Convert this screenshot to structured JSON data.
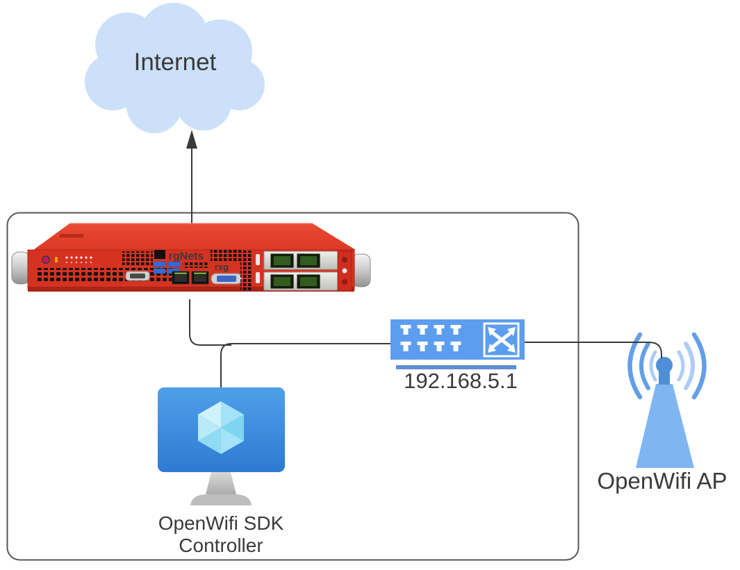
{
  "nodes": {
    "internet": {
      "label": "Internet"
    },
    "server": {
      "logo": "rgNets",
      "model": "rxg"
    },
    "switch": {
      "ip": "192.168.5.1"
    },
    "controller": {
      "label_line1": "OpenWifi SDK",
      "label_line2": "Controller"
    },
    "ap": {
      "label": "OpenWifi AP"
    }
  },
  "connections": [
    {
      "from": "server",
      "to": "internet",
      "arrow": true
    },
    {
      "from": "server",
      "to": "switch",
      "arrow": false
    },
    {
      "from": "controller",
      "to": "switch",
      "arrow": false
    },
    {
      "from": "switch",
      "to": "ap",
      "arrow": false
    }
  ],
  "colors": {
    "cloud": "#CCE0F9",
    "switch-blue": "#5C9DEF",
    "switch-underline": "#5E8FD3",
    "screen-top": "#4FA0EA",
    "screen-bottom": "#2E7AD2",
    "ap-tower": "#7FB6F2",
    "ap-dark": "#4E8FD8",
    "arc-dark": "#639FE8",
    "arc-light": "#AECCF5",
    "server-red": "#D63221",
    "server-red-top": "#E5402E",
    "line": "#3A3A3A",
    "border": "#565656",
    "text": "#3A3A3A"
  }
}
